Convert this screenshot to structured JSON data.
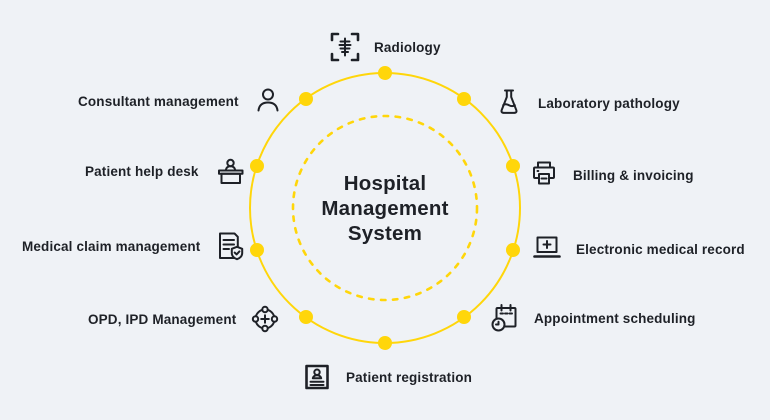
{
  "title": "Hospital Management System",
  "colors": {
    "background": "#eff2f6",
    "accent": "#ffd60a",
    "ink": "#1e2127"
  },
  "items": [
    {
      "label": "Radiology",
      "icon": "radiology-scan-icon"
    },
    {
      "label": "Laboratory pathology",
      "icon": "lab-flask-icon"
    },
    {
      "label": "Billing & invoicing",
      "icon": "printer-icon"
    },
    {
      "label": "Electronic medical record",
      "icon": "laptop-medical-icon"
    },
    {
      "label": "Appointment scheduling",
      "icon": "calendar-clock-icon"
    },
    {
      "label": "Patient registration",
      "icon": "patient-id-card-icon"
    },
    {
      "label": "OPD, IPD Management",
      "icon": "opd-ipd-target-icon"
    },
    {
      "label": "Medical claim management",
      "icon": "claim-document-shield-icon"
    },
    {
      "label": "Patient help desk",
      "icon": "help-desk-icon"
    },
    {
      "label": "Consultant management",
      "icon": "consultant-person-icon"
    }
  ]
}
